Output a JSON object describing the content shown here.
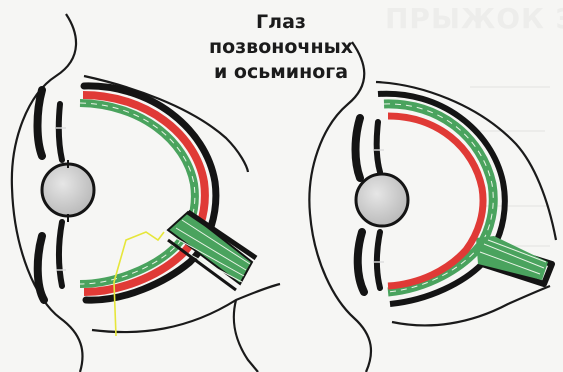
{
  "caption": {
    "lines": [
      "Глаз",
      "позвоночных",
      "и осьминога"
    ]
  },
  "background_text": "ПРЫЖОК ЭКЫ ВЫ СЫПИ",
  "colors": {
    "background": "#f6f6f4",
    "outline": "#141414",
    "retina_red": "#e03a36",
    "nerve_green": "#4aa35e",
    "nerve_fibers": "#e9f3e6",
    "lens": "#cfcfcf",
    "blind_spot_marker": "#e6e63a"
  },
  "diagrams": [
    {
      "name": "vertebrate-eye"
    },
    {
      "name": "octopus-eye"
    }
  ]
}
